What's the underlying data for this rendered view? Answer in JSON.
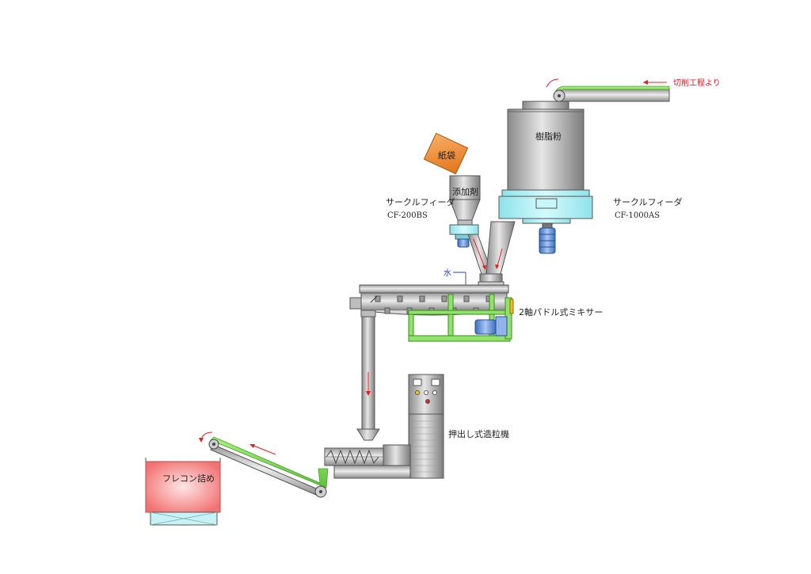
{
  "labels": {
    "from_cutting": "切削工程より",
    "resin_powder": "樹脂粉",
    "paper_bag": "紙袋",
    "additive": "添加剤",
    "feeder_left_name": "サークルフィーダ",
    "feeder_left_model": "CF-200BS",
    "feeder_right_name": "サークルフィーダ",
    "feeder_right_model": "CF-1000AS",
    "water": "水",
    "mixer": "2軸パドル式ミキサー",
    "granulator": "押出し式造粒機",
    "flexible_container": "フレコン詰め"
  },
  "colors": {
    "belt_green": "#7ed957",
    "frame_green": "#8fe26a",
    "cyan_base": "#a6ecf0",
    "orange_bag": "#f08a2a",
    "motor_blue": "#5b8fd6",
    "flow_red": "#e02020",
    "water_blue": "#1f3fd0",
    "bag_pink": "#f47a7a"
  }
}
